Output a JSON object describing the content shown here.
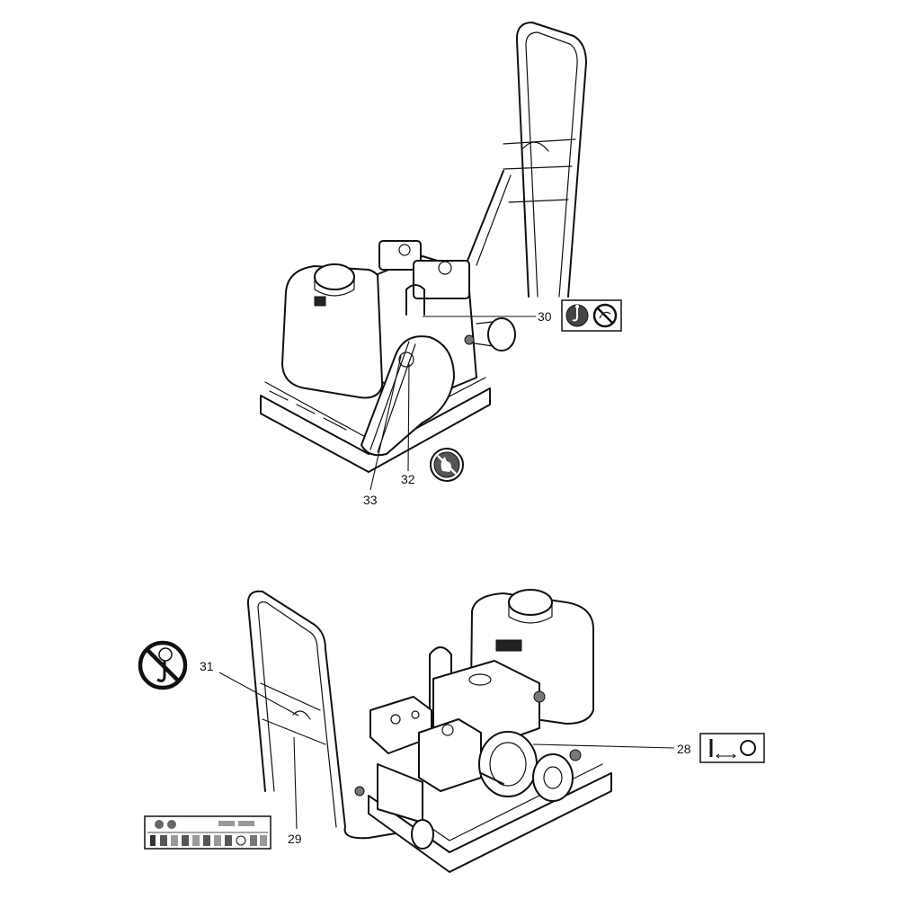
{
  "callouts": [
    {
      "id": "28",
      "label": "28"
    },
    {
      "id": "29",
      "label": "29"
    },
    {
      "id": "30",
      "label": "30"
    },
    {
      "id": "31",
      "label": "31"
    },
    {
      "id": "32",
      "label": "32"
    },
    {
      "id": "33",
      "label": "33"
    }
  ],
  "icons": {
    "label_30": [
      "lifting-hook-icon",
      "no-rotation-icon"
    ],
    "label_32": "no-fire-icon",
    "label_31": "no-lifting-hook-icon",
    "label_28": "on-off-switch-icon",
    "label_29": "operating-instructions-decal-icon"
  }
}
